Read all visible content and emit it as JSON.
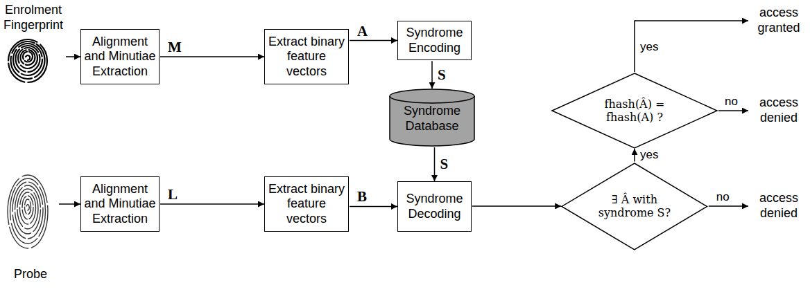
{
  "diagram": {
    "nodes": [
      {
        "text": [
          "Enrolment Fingerprint"
        ]
      },
      {
        "text": [
          "Alignment and Minutiae Extraction"
        ]
      },
      {
        "text": [
          "Extract binary feature vectors"
        ]
      },
      {
        "text": [
          "Syndrome Encoding"
        ]
      },
      {
        "text": [
          "Syndrome Database"
        ]
      },
      {
        "text": [
          "Probe"
        ]
      },
      {
        "text": [
          "Alignment and Minutiae Extraction"
        ]
      },
      {
        "text": [
          "Extract binary feature vectors"
        ]
      },
      {
        "text": [
          "Syndrome Decoding"
        ]
      },
      {
        "text": [
          "∃ Â with syndrome S?"
        ]
      },
      {
        "text": [
          "fhash(Â) = fhash(A) ?"
        ]
      }
    ],
    "edges": [
      {
        "from": 0,
        "to": 1,
        "arrow": "to"
      },
      {
        "from": 1,
        "to": 2,
        "label": "M",
        "arrow": "to"
      },
      {
        "from": 2,
        "to": 3,
        "label": "A",
        "arrow": "to"
      },
      {
        "from": 3,
        "to": 4,
        "label": "S",
        "arrow": "to"
      },
      {
        "from": 4,
        "to": 8,
        "label": "S",
        "arrow": "to"
      },
      {
        "from": 5,
        "to": 6,
        "arrow": "to"
      },
      {
        "from": 6,
        "to": 7,
        "label": "L",
        "arrow": "to"
      },
      {
        "from": 7,
        "to": 8,
        "label": "B",
        "arrow": "to"
      },
      {
        "from": 8,
        "to": 9,
        "arrow": "to"
      },
      {
        "from": 9,
        "to": 10,
        "label": "yes",
        "arrow": "to"
      }
    ],
    "labels": [
      "access granted",
      "yes",
      "no",
      "access denied",
      "no",
      "access denied"
    ]
  }
}
